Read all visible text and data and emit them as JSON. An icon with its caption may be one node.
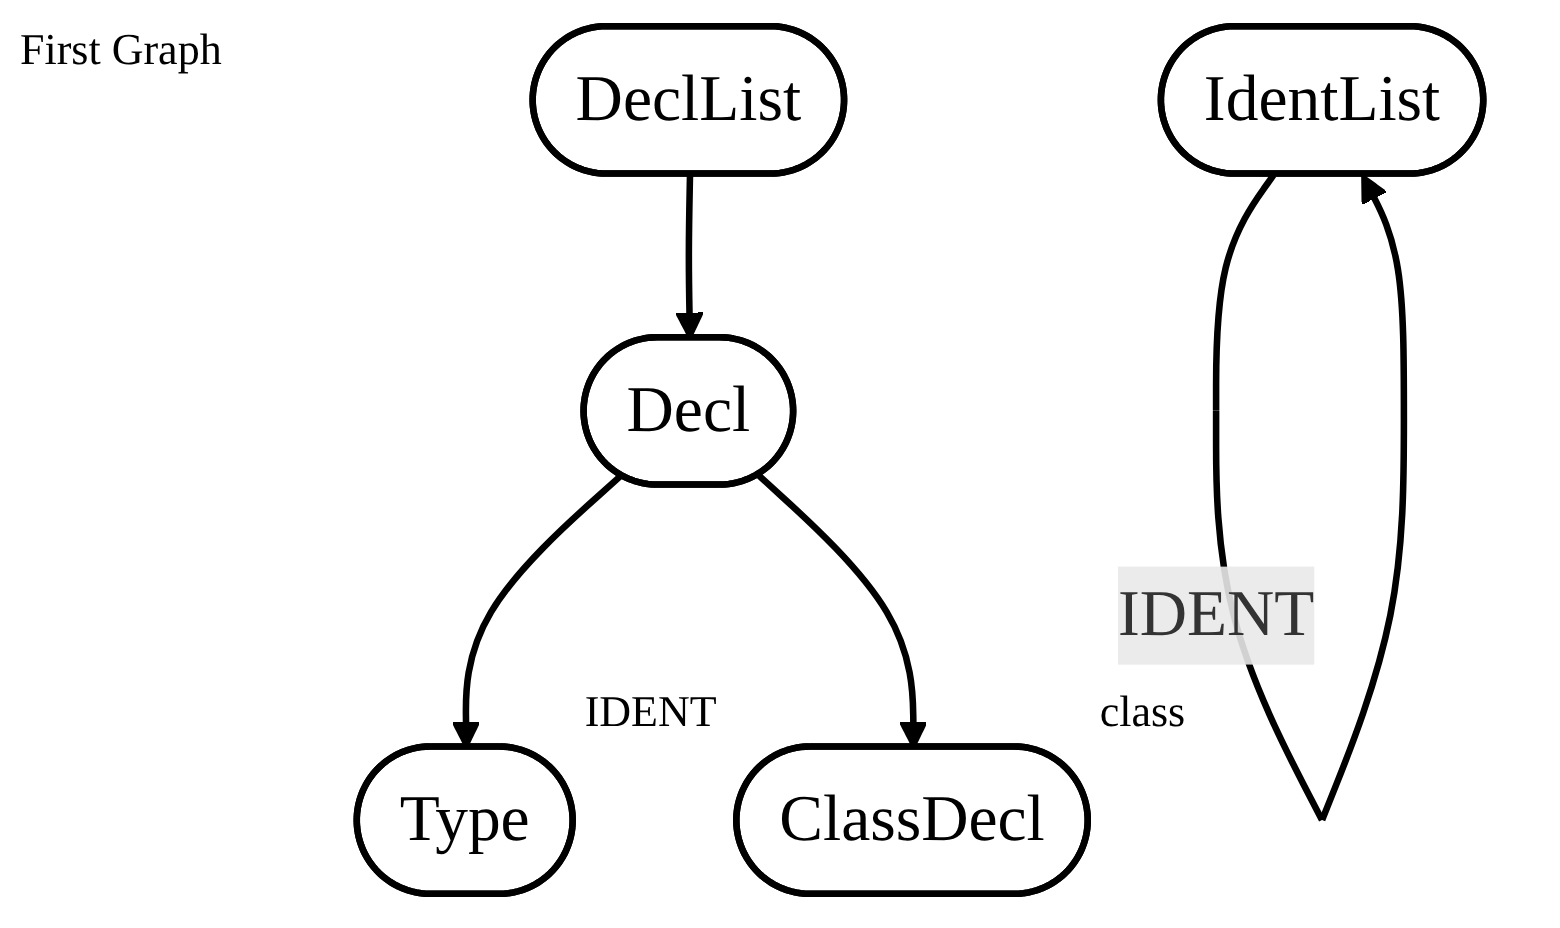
{
  "diagram": {
    "title": "First Graph",
    "nodes": [
      {
        "text": [
          "DeclList"
        ]
      },
      {
        "text": [
          "IdentList"
        ]
      },
      {
        "text": [
          "Decl"
        ]
      },
      {
        "text": [
          "Type"
        ],
        "beside": [
          "IDENT"
        ]
      },
      {
        "text": [
          "ClassDecl"
        ],
        "beside": [
          "class"
        ]
      }
    ],
    "edges": [
      {
        "from": 1,
        "to": 1,
        "arrow": "to",
        "label": "IDENT"
      },
      {
        "from": 0,
        "to": 2,
        "arrow": "to"
      },
      {
        "from": 2,
        "to": 3,
        "arrow": "to"
      },
      {
        "from": 2,
        "to": 4,
        "arrow": "to"
      }
    ]
  }
}
